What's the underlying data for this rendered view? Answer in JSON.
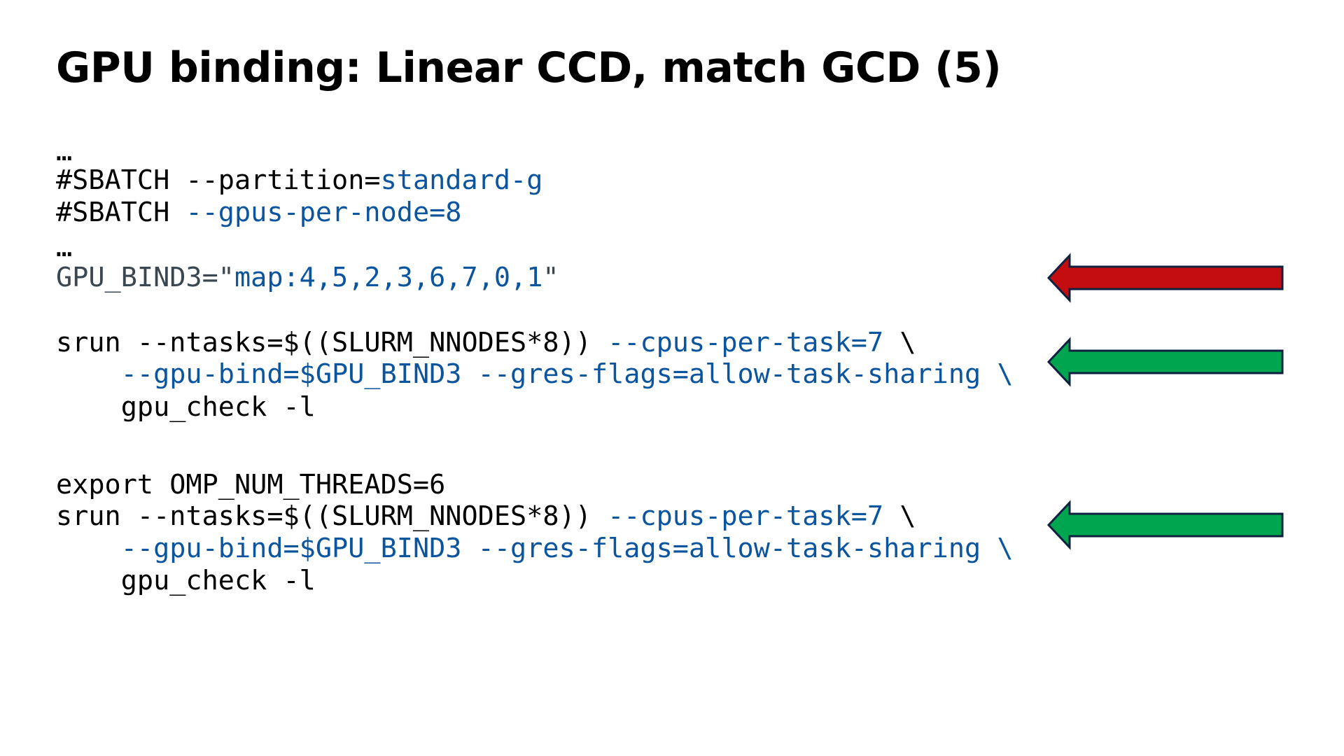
{
  "slide": {
    "title": "GPU binding: Linear CCD, match GCD (5)",
    "colors": {
      "code_text": "#000000",
      "code_highlight": "#0b559e",
      "code_variable": "#3b4750",
      "arrow_red": "#c40d10",
      "arrow_green": "#00a550",
      "arrow_outline": "#0e213f"
    },
    "code_lines": [
      {
        "segments": [
          {
            "text": "…",
            "color": "black"
          }
        ]
      },
      {
        "segments": [
          {
            "text": "#SBATCH --partition=",
            "color": "black"
          },
          {
            "text": "standard-g",
            "color": "blue"
          }
        ]
      },
      {
        "segments": [
          {
            "text": "#SBATCH ",
            "color": "black"
          },
          {
            "text": "--gpus-per-node=8",
            "color": "blue"
          }
        ]
      },
      {
        "segments": [
          {
            "text": "…",
            "color": "black"
          }
        ]
      },
      {
        "segments": [
          {
            "text": "GPU_BIND3=\"",
            "color": "grey"
          },
          {
            "text": "map:4,5,2,3,6,7,0,1",
            "color": "blue"
          },
          {
            "text": "\"",
            "color": "grey"
          }
        ]
      },
      {
        "segments": [
          {
            "text": "srun --ntasks=$((SLURM_NNODES*8)) ",
            "color": "black"
          },
          {
            "text": "--cpus-per-task=7",
            "color": "blue"
          },
          {
            "text": " \\",
            "color": "black"
          }
        ]
      },
      {
        "segments": [
          {
            "text": "    ",
            "color": "black"
          },
          {
            "text": "--gpu-bind=$GPU_BIND3 --gres-flags=allow-task-sharing \\",
            "color": "blue"
          }
        ]
      },
      {
        "segments": [
          {
            "text": "    gpu_check -l",
            "color": "black"
          }
        ]
      },
      {
        "segments": [
          {
            "text": "export OMP_NUM_THREADS=6",
            "color": "black"
          }
        ]
      },
      {
        "segments": [
          {
            "text": "srun --ntasks=$((SLURM_NNODES*8)) ",
            "color": "black"
          },
          {
            "text": "--cpus-per-task=7",
            "color": "blue"
          },
          {
            "text": " \\",
            "color": "black"
          }
        ]
      },
      {
        "segments": [
          {
            "text": "    ",
            "color": "black"
          },
          {
            "text": "--gpu-bind=$GPU_BIND3 --gres-flags=allow-task-sharing \\",
            "color": "blue"
          }
        ]
      },
      {
        "segments": [
          {
            "text": "    gpu_check -l",
            "color": "black"
          }
        ]
      }
    ],
    "arrows": [
      {
        "icon": "left-arrow-icon",
        "color": "red",
        "points_to_line": 5
      },
      {
        "icon": "left-arrow-icon",
        "color": "green",
        "points_to_line": 7
      },
      {
        "icon": "left-arrow-icon",
        "color": "green",
        "points_to_line": 11
      }
    ]
  }
}
